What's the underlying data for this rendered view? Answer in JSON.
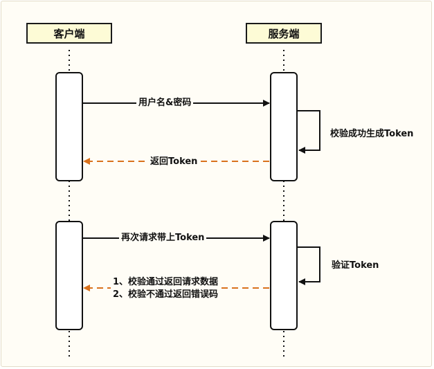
{
  "participants": {
    "client": "客户端",
    "server": "服务端"
  },
  "messages": {
    "login_request": "用户名&密码",
    "generate_token": "校验成功生成Token",
    "return_token": "返回Token",
    "request_with_token": "再次请求带上Token",
    "verify_token": "验证Token",
    "response_line1": "1、校验通过返回请求数据",
    "response_line2": "2、校验不通过返回错误码"
  },
  "colors": {
    "line": "#111111",
    "return_arrow": "#d9711c",
    "actor_fill": "#fdfbd6",
    "background": "#fffdf6"
  }
}
